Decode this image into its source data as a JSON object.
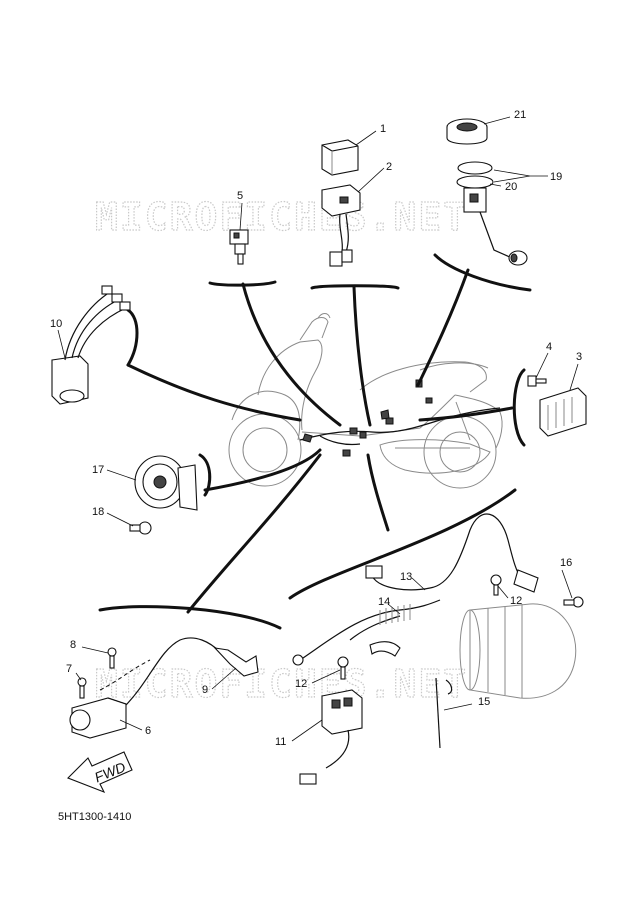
{
  "diagram_code": "5HT1300-1410",
  "watermark_text": "MICROFICHES.NET",
  "fwd_label": "FWD",
  "callouts": {
    "c1": "1",
    "c2": "2",
    "c3": "3",
    "c4": "4",
    "c5": "5",
    "c6": "6",
    "c7": "7",
    "c8": "8",
    "c9": "9",
    "c10": "10",
    "c11": "11",
    "c12a": "12",
    "c12b": "12",
    "c13": "13",
    "c14": "14",
    "c15": "15",
    "c16": "16",
    "c17": "17",
    "c18": "18",
    "c19": "19",
    "c20": "20",
    "c21": "21"
  },
  "colors": {
    "ink": "#111111",
    "watermark": "#c9c9c9",
    "ghost": "#8a8a8a"
  }
}
